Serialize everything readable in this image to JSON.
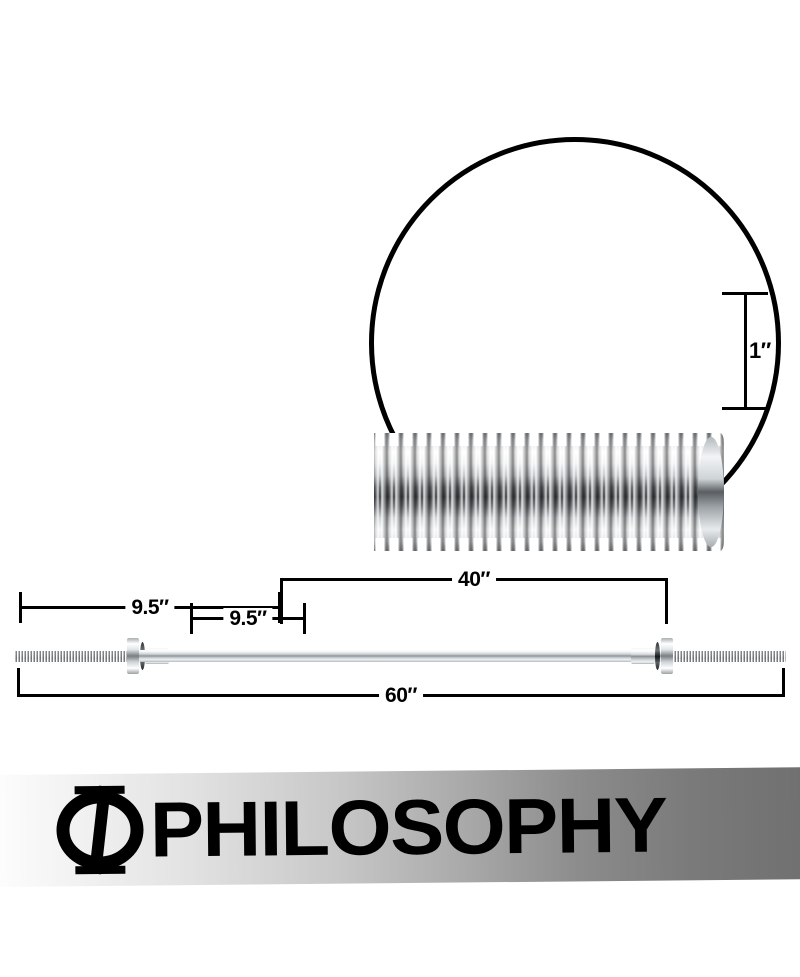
{
  "product": {
    "type": "standard-barbell-spec-diagram",
    "dimensions": {
      "total_length": "60″",
      "shaft_length": "40″",
      "left_sleeve_length": "9.5″",
      "inner_sleeve_length": "9.5″",
      "bar_diameter": "1″"
    }
  },
  "magnifier": {
    "caption": "1″",
    "subject": "knurled-threaded-chrome-bar-end"
  },
  "callouts": {
    "left_sleeve": "9.5″",
    "inner_span": "9.5″",
    "shaft": "40″",
    "total": "60″"
  },
  "brand": {
    "name": "PHILOSOPHY",
    "mark": "phi-symbol"
  },
  "colors": {
    "line": "#000000",
    "background": "#ffffff",
    "band_light": "#fdfdfd",
    "band_dark": "#707070",
    "chrome_highlight": "#ffffff",
    "chrome_shadow": "#23262a"
  }
}
